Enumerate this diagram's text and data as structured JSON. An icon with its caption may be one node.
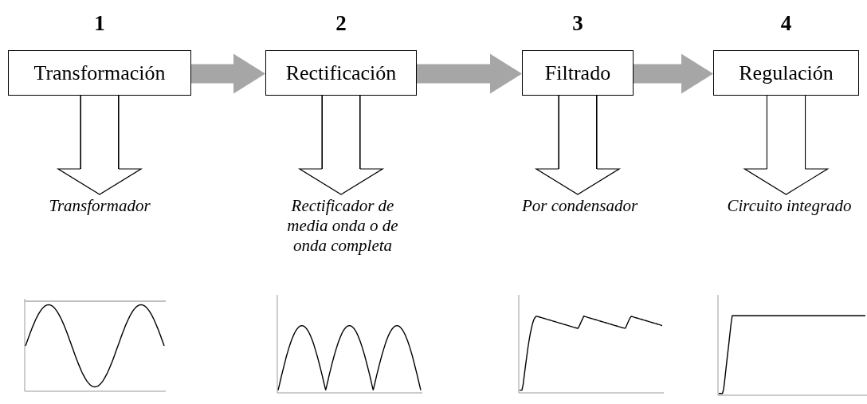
{
  "diagram": {
    "nodes": [
      {
        "text": [
          "Transformación"
        ],
        "beside": [
          "1"
        ]
      },
      {
        "text": [
          "Rectificación"
        ],
        "beside": [
          "2"
        ]
      },
      {
        "text": [
          "Filtrado"
        ],
        "beside": [
          "3"
        ]
      },
      {
        "text": [
          "Regulación"
        ],
        "beside": [
          "4"
        ]
      },
      {
        "text": [
          "Transformador"
        ]
      },
      {
        "text": [
          "Rectificador de media onda o de onda completa"
        ]
      },
      {
        "text": [
          "Por condensador"
        ]
      },
      {
        "text": [
          "Circuito integrado"
        ]
      },
      {
        "text": [],
        "shape": "picture"
      },
      {
        "text": [],
        "shape": "picture"
      },
      {
        "text": [],
        "shape": "picture"
      },
      {
        "text": [],
        "shape": "picture"
      }
    ],
    "edges": [
      {
        "from": 0,
        "to": 1,
        "arrow": "to",
        "style": "thick",
        "color": "#a6a6a6"
      },
      {
        "from": 1,
        "to": 2,
        "arrow": "to",
        "style": "thick",
        "color": "#a6a6a6"
      },
      {
        "from": 2,
        "to": 3,
        "arrow": "to",
        "style": "thick",
        "color": "#a6a6a6"
      },
      {
        "from": 0,
        "to": 4,
        "arrow": "to"
      },
      {
        "from": 1,
        "to": 5,
        "arrow": "to"
      },
      {
        "from": 2,
        "to": 6,
        "arrow": "to"
      },
      {
        "from": 3,
        "to": 7,
        "arrow": "to"
      }
    ]
  }
}
